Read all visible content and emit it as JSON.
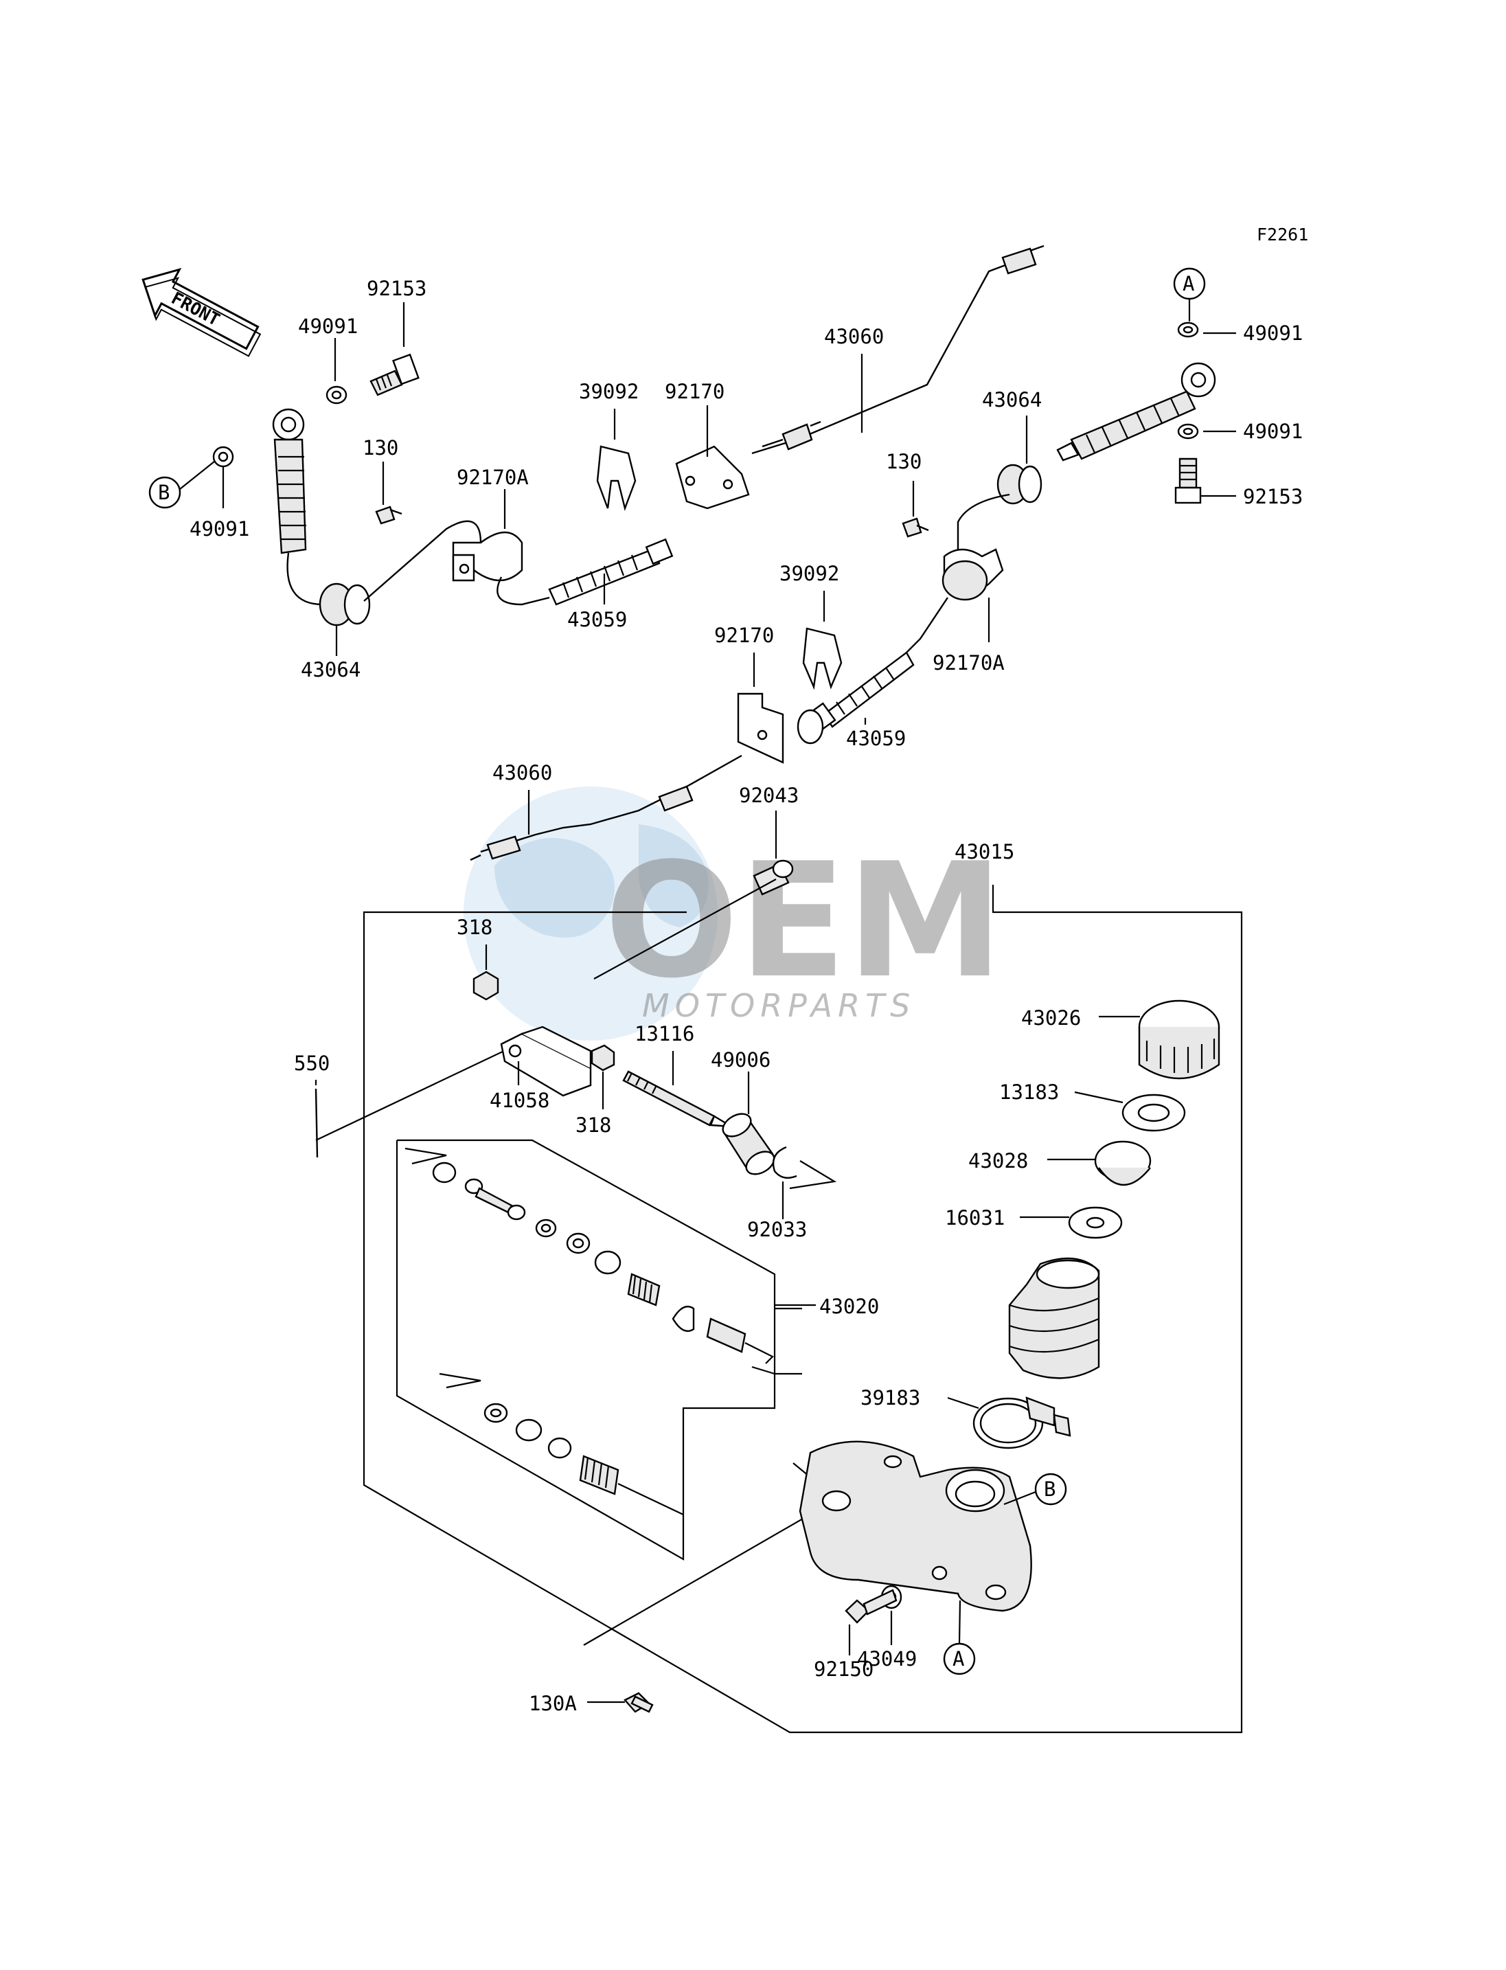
{
  "figure_code": "F2261",
  "front_arrow": {
    "label": "FRONT"
  },
  "watermark": {
    "brand": "OEM",
    "sub": "MOTORPARTS"
  },
  "callout_markers": {
    "a": "A",
    "b": "B"
  },
  "part_numbers": {
    "p92153_left": "92153",
    "p49091_top_left": "49091",
    "p49091_left": "49091",
    "p130_left": "130",
    "p92170A_left": "92170A",
    "p43064_left": "43064",
    "p43059_upper": "43059",
    "p39092_upper": "39092",
    "p92170_upper": "92170",
    "p43060_upper": "43060",
    "p43064_right": "43064",
    "p130_right": "130",
    "p49091_right_top": "49091",
    "p49091_right_mid": "49091",
    "p92153_right": "92153",
    "p39092_lower": "39092",
    "p92170A_right": "92170A",
    "p92170_lower": "92170",
    "p43059_lower": "43059",
    "p43060_lower": "43060",
    "p92043": "92043",
    "p43015": "43015",
    "p318_top": "318",
    "p550": "550",
    "p41058": "41058",
    "p318_bottom": "318",
    "p13116": "13116",
    "p49006": "49006",
    "p92033": "92033",
    "p43026": "43026",
    "p13183": "13183",
    "p43028": "43028",
    "p16031": "16031",
    "p43020": "43020",
    "p39183": "39183",
    "p43049": "43049",
    "p92150": "92150",
    "p130A": "130A"
  }
}
